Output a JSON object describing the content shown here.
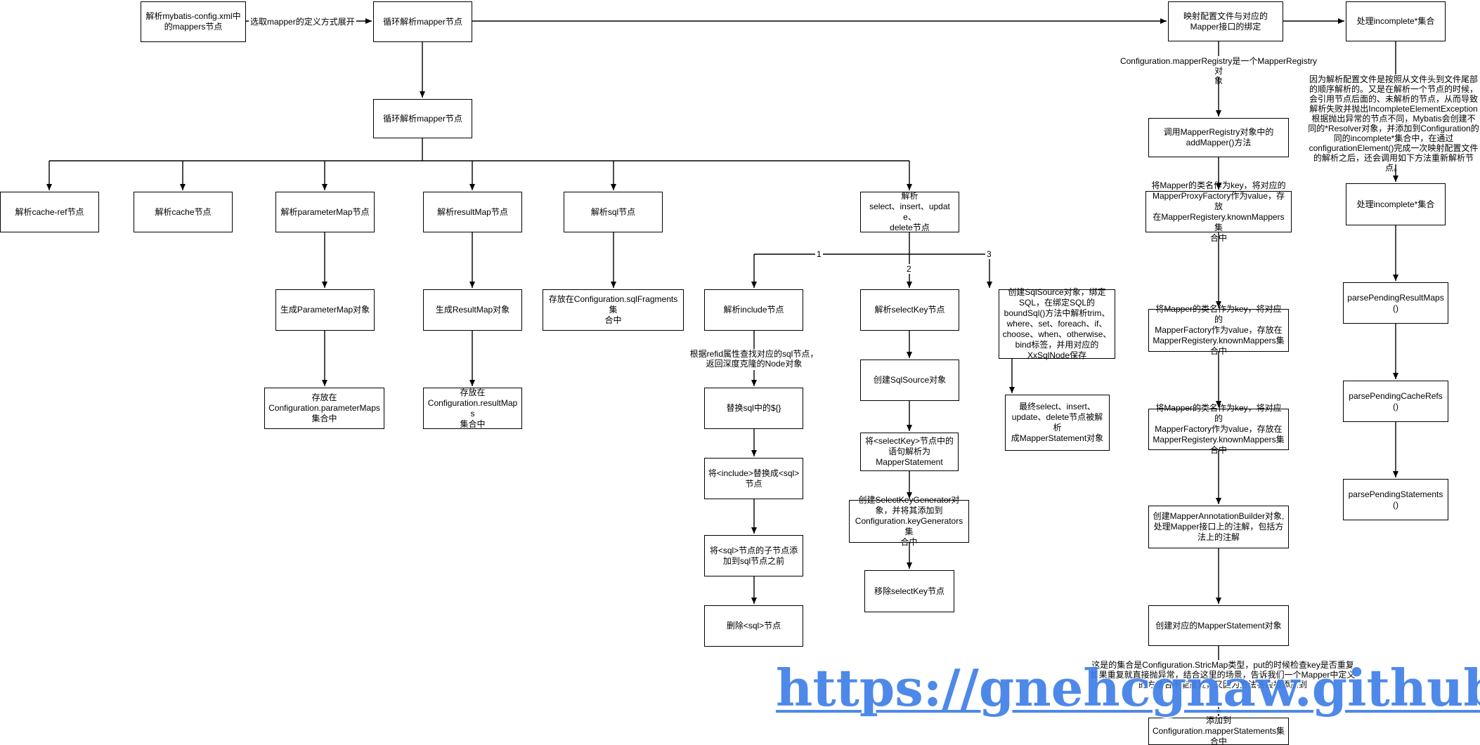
{
  "nodes": {
    "parse_config": "解析mybatis-config.xml中\n的mappers节点",
    "loop_mapper_top": "循环解析mapper节点",
    "loop_mapper_2": "循环解析mapper节点",
    "cache_ref": "解析cache-ref节点",
    "cache": "解析cache节点",
    "parameter_map": "解析parameterMap节点",
    "result_map": "解析resultMap节点",
    "sql": "解析sql节点",
    "crud": "解析\nselect、insert、update、\ndelete节点",
    "gen_parameter_map": "生成ParameterMap对象",
    "gen_result_map": "生成ResultMap对象",
    "store_sql_fragments": "存放在Configuration.sqlFragments集\n合中",
    "store_parameter_maps": "存放在\nConfiguration.parameterMaps\n集合中",
    "store_result_maps": "存放在\nConfiguration.resultMaps\n集合中",
    "include": "解析include节点",
    "replace_var": "替换sql中的${}",
    "replace_include": "将<include>替换成<sql>\n节点",
    "add_children": "将<sql>节点的子节点添\n加到sql节点之前",
    "delete_sql": "删除<sql>节点",
    "select_key": "解析selectKey节点",
    "create_sql_source": "创建SqlSource对象",
    "select_key_stmt": "将<selectKey>节点中的\n语句解析为\nMapperStatement",
    "select_key_gen": "创建SelectKeyGenerator对\n象，并将其添加到\nConfiguration.keyGenerators集\n合中",
    "remove_select_key": "移除selectKey节点",
    "sql_source_bind": "创建SqlSource对象，绑定\nSQL，在绑定SQL的\nboundSql()方法中解析trim、\nwhere、set、foreach、if、\nchoose、when、otherwise、\nbind标签，并用对应的\nXxSqlNode保存",
    "final_statement": "最终select、insert、\nupdate、delete节点被解析\n成MapperStatement对象",
    "bind_interface": "映射配置文件与对应的\nMapper接口的绑定",
    "add_mapper": "调用MapperRegistry对象中的\naddMapper()方法",
    "known_mappers_1": "将Mapper的类名作为key，将对应的\nMapperProxyFactory作为value，存放\n在MapperRegistery.knownMappers集\n合中",
    "known_mappers_2": "将Mapper的类名作为key，将对应的\nMapperFactory作为value，存放在\nMapperRegistery.knownMappers集\n合中",
    "known_mappers_3": "将Mapper的类名作为key，将对应的\nMapperFactory作为value，存放在\nMapperRegistery.knownMappers集\n合中",
    "annotation_builder": "创建MapperAnnotationBuilder对象,\n处理Mapper接口上的注解，包括方\n法上的注解",
    "create_mapped_statement": "创建对应的MapperStatement对象",
    "add_mapped_statements": "添加到\nConfiguration.mapperStatements集\n合中",
    "incomplete_top": "处理incomplete*集合",
    "incomplete_2": "处理incomplete*集合",
    "pending_result_maps": "parsePendingResultMaps()",
    "pending_cache_refs": "parsePendingCacheRefs()",
    "pending_statements": "parsePendingStatements()"
  },
  "notes": {
    "refid_lookup": "根据refid属性查找对应的sql节点，\n返回深度克隆的Node对象",
    "mapper_registry": "Configuration.mapperRegistry是一个MapperRegistry对\n象",
    "incomplete_explain": "因为解析配置文件是按照从文件头到文件尾部\n的顺序解析的。又是在解析一个节点的时候，\n会引用节点后面的、未解析的节点，从而导致\n解析失败并抛出IncompleteElementException\n根据抛出异常的节点不同，Mybatis会创建不\n同的*Resolver对象，并添加到Configuration的\n同的incomplete*集合中，在通过\nconfigurationElement()完成一次映射配置文件\n的解析之后，还会调用如下方法重新解析节点。",
    "strict_map": "这是的集合是Configuration.StricMap类型，put的时候检查key是否重复\n如果重复就直接抛异常，结合这里的场景，告诉我们一个Mapper中定义\n的方法名不能重复，又因为方法名会被添加到"
  },
  "edge_labels": {
    "expand": "选取mapper的定义方式展开",
    "branch_1": "1",
    "branch_2": "2",
    "branch_3": "3"
  },
  "watermark": "https://gnehcgnaw.github.io/"
}
